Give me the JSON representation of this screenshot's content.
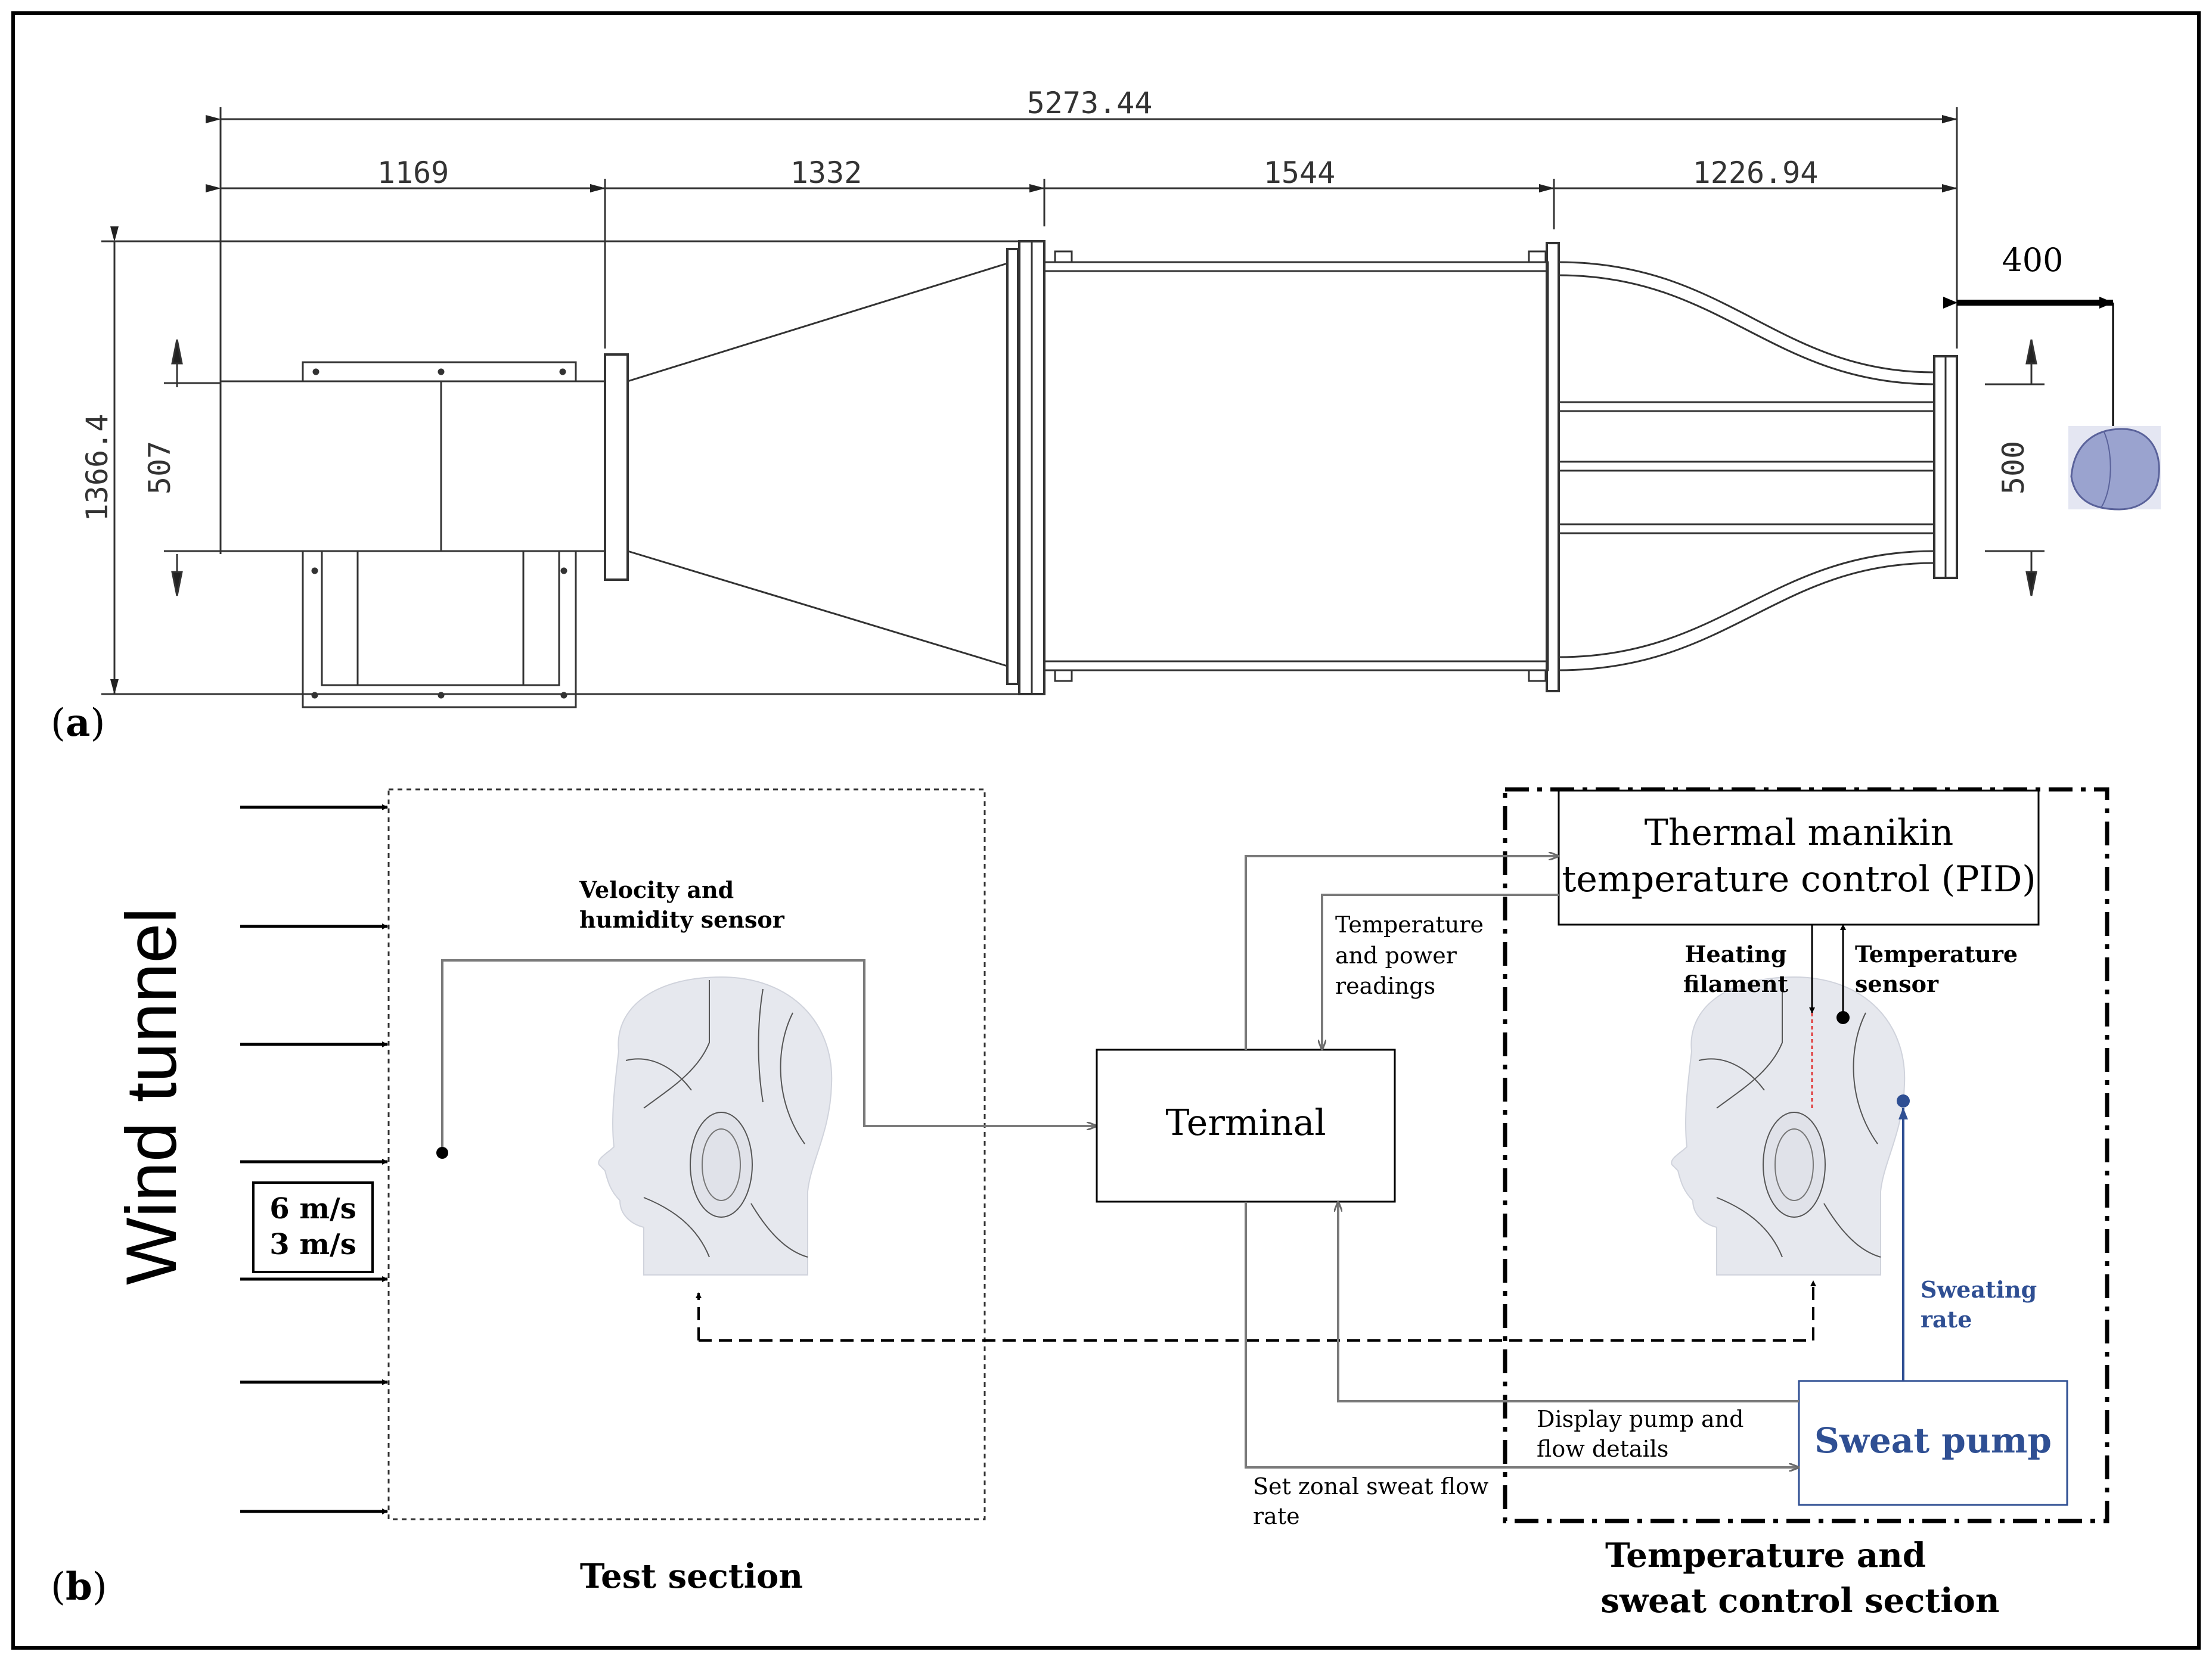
{
  "panel_a": {
    "label_open": "(",
    "label_letter": "a",
    "label_close": ")",
    "dims": {
      "total": "5273.44",
      "seg1": "1169",
      "seg2": "1332",
      "seg3": "1544",
      "seg4": "1226.94",
      "gap": "400",
      "height": "1366.4",
      "inlet": "507",
      "outlet": "500"
    }
  },
  "panel_b": {
    "label_open": "(",
    "label_letter": "b",
    "label_close": ")",
    "wind_tunnel": "Wind tunnel",
    "speed1": "6 m/s",
    "speed2": "3 m/s",
    "sensor_line1": "Velocity and",
    "sensor_line2": "humidity sensor",
    "terminal": "Terminal",
    "control_line1": "Thermal manikin",
    "control_line2": "temperature control (PID)",
    "readings_line1": "Temperature",
    "readings_line2": "and power",
    "readings_line3": "readings",
    "heating_line1": "Heating",
    "heating_line2": "filament",
    "tsensor_line1": "Temperature",
    "tsensor_line2": "sensor",
    "sweating_line1": "Sweating",
    "sweating_line2": "rate",
    "pump": "Sweat pump",
    "display_line1": "Display pump  and",
    "display_line2": "flow details",
    "setflow_line1": "Set zonal sweat flow",
    "setflow_line2": "rate",
    "test_section": "Test section",
    "control_section_line1": "Temperature and",
    "control_section_line2": "sweat control section"
  },
  "colors": {
    "line": "#000000",
    "gray_line": "#7a7a7a",
    "manikin_fill": "#e6e8ee",
    "head_blue": "#9aa3cf",
    "sweat_blue": "#2f4f93",
    "heating_red": "#e03a3a"
  }
}
